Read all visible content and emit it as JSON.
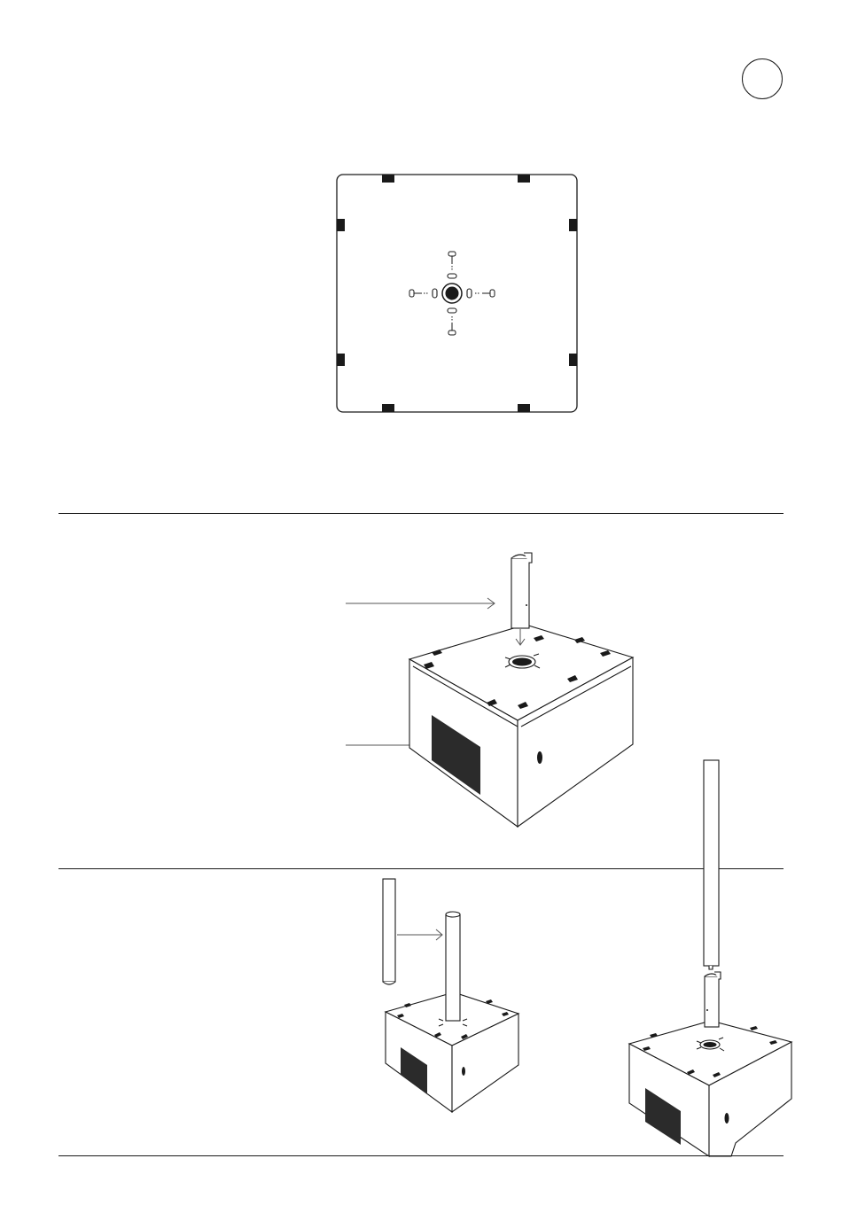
{
  "page": {
    "step_number": "",
    "sections": [
      {
        "id": "top-view"
      },
      {
        "id": "insert-tube"
      },
      {
        "id": "extend-pole"
      }
    ]
  },
  "colors": {
    "line": "#1a1a1a",
    "fill_dark": "#2b2b2b",
    "background": "#ffffff"
  },
  "icons": {
    "screw": "screw-icon",
    "arrow": "arrow-icon",
    "hole": "center-hole-icon"
  }
}
